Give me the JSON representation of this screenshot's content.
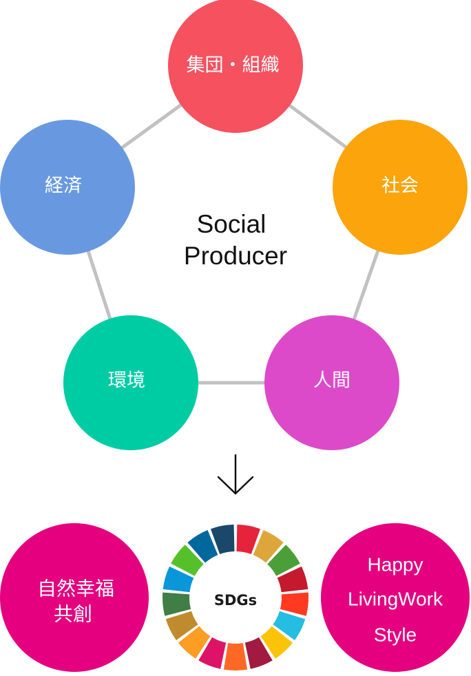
{
  "center": {
    "line1": "Social",
    "line2": "Producer"
  },
  "nodes": [
    {
      "id": "group",
      "label": "集団・組織",
      "color": "#f5515f"
    },
    {
      "id": "society",
      "label": "社会",
      "color": "#fca40b"
    },
    {
      "id": "human",
      "label": "人間",
      "color": "#dc4ac9"
    },
    {
      "id": "environment",
      "label": "環境",
      "color": "#00cca4"
    },
    {
      "id": "economy",
      "label": "経済",
      "color": "#6899e0"
    }
  ],
  "connector_color": "#c1c1c1",
  "arrow_color": "#111111",
  "bottom": {
    "left": {
      "lines": [
        "自然幸福",
        "共創"
      ],
      "color": "#e4007f"
    },
    "middle": {
      "label": "SDGs"
    },
    "right": {
      "lines": [
        "Happy",
        "LivingWork",
        "Style"
      ],
      "color": "#e4007f"
    }
  },
  "sdg_colors": [
    "#e5243b",
    "#dda63a",
    "#4c9f38",
    "#c5192d",
    "#ff3a21",
    "#26bde2",
    "#fcc30b",
    "#a21942",
    "#fd6925",
    "#dd1367",
    "#fd9d24",
    "#bf8b2e",
    "#3f7e44",
    "#0a97d9",
    "#56c02b",
    "#00689d",
    "#19486a"
  ]
}
